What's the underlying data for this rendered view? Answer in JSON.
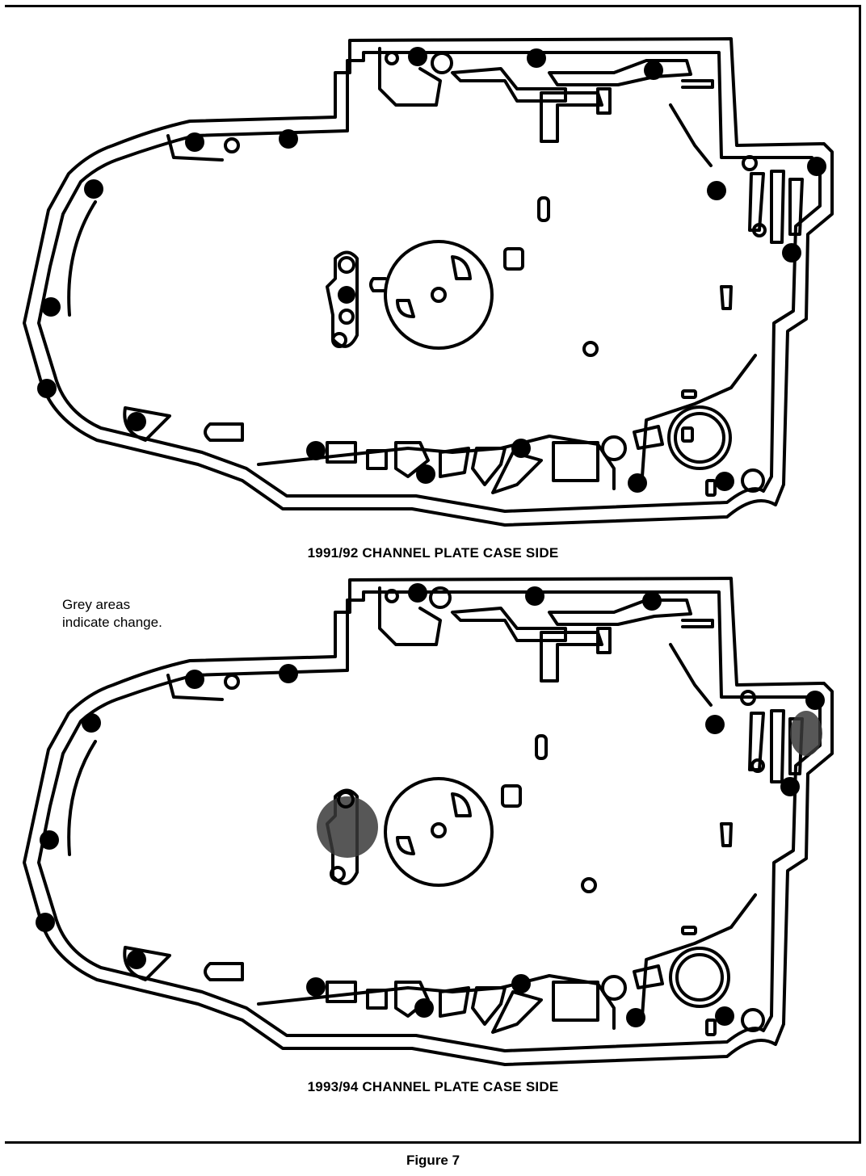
{
  "diagrams": [
    {
      "caption": "1991/92 CHANNEL PLATE CASE SIDE",
      "shows_change": false
    },
    {
      "caption": "1993/94 CHANNEL PLATE CASE SIDE",
      "shows_change": true
    }
  ],
  "note": {
    "line1": "Grey areas",
    "line2": "indicate change."
  },
  "figure_label": "Figure 7",
  "colors": {
    "ink": "#000000",
    "paper": "#ffffff",
    "change": "#3a3a3a"
  }
}
